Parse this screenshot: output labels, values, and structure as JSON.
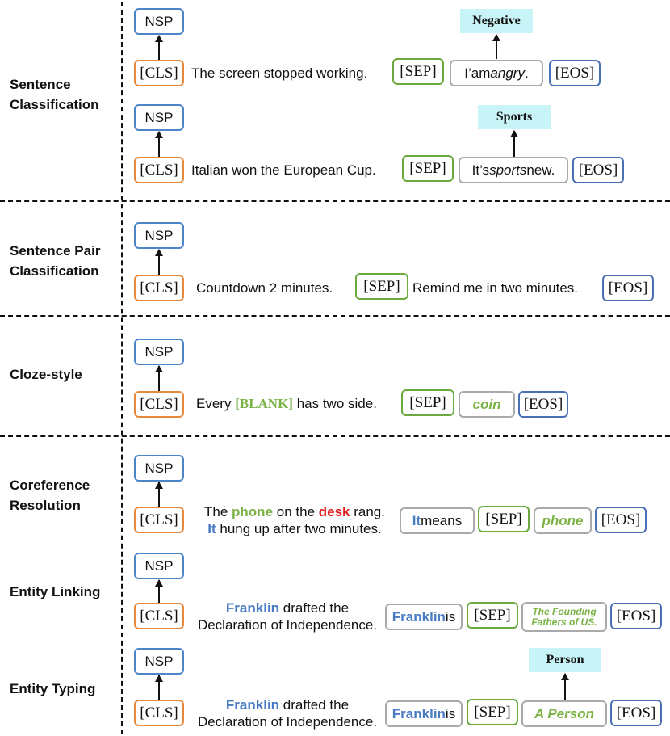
{
  "sections": {
    "sentence_classification": "Sentence\nClassification",
    "sentence_pair": "Sentence Pair\nClassification",
    "cloze": "Cloze-style",
    "coreference": "Coreference\nResolution",
    "entity_linking": "Entity Linking",
    "entity_typing": "Entity Typing"
  },
  "tokens": {
    "nsp": "NSP",
    "cls": "[CLS]",
    "sep": "[SEP]",
    "eos": "[EOS]"
  },
  "row1": {
    "sentence": "The screen stopped working.",
    "prompt_pre": "I’am ",
    "prompt_word": "angry",
    "prompt_post": ".",
    "label": "Negative"
  },
  "row2": {
    "sentence": "Italian won the European Cup.",
    "prompt_pre": "It’s ",
    "prompt_word": "sports",
    "prompt_post": " new.",
    "label": "Sports"
  },
  "row3": {
    "sentence_a": "Countdown 2 minutes.",
    "sentence_b": "Remind me in two minutes."
  },
  "row4": {
    "pre": "Every ",
    "blank": "[BLANK]",
    "post": " has two side.",
    "answer": "coin"
  },
  "row5": {
    "l1_a": "The ",
    "l1_b": "phone",
    "l1_c": " on the ",
    "l1_d": "desk",
    "l1_e": " rang.",
    "l2_a": "It",
    "l2_b": " hung up after two minutes.",
    "prompt_a": "It",
    "prompt_b": " means",
    "answer": "phone"
  },
  "row6": {
    "l1_a": "Franklin",
    "l1_b": " drafted the",
    "l2": "Declaration of Independence.",
    "prompt_a": "Franklin",
    "prompt_b": " is",
    "answer_1": "The Founding",
    "answer_2": "Fathers of US."
  },
  "row7": {
    "l1_a": "Franklin",
    "l1_b": " drafted the",
    "l2": "Declaration of Independence.",
    "prompt_a": "Franklin",
    "prompt_b": " is",
    "answer": "A Person",
    "label": "Person"
  }
}
